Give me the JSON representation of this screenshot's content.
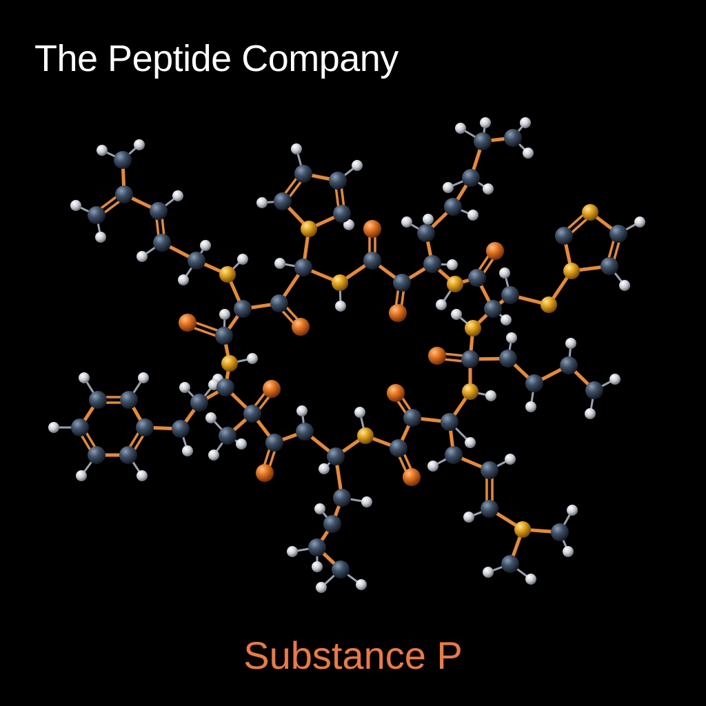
{
  "brand": {
    "name": "The Peptide Company"
  },
  "caption": {
    "text": "Substance P"
  },
  "colors": {
    "background": "#000000",
    "title_text": "#ffffff",
    "caption_text": "#ef7a3d",
    "bond": "#e88a32",
    "carbon": "#3a4a5e",
    "hydrogen": "#d9dde2",
    "oxygen": "#e2741e",
    "nitrogen": "#e0a21a"
  },
  "illustration": {
    "subject": "ball-and-stick-molecular-model",
    "atom_types": [
      "carbon",
      "hydrogen",
      "oxygen",
      "nitrogen"
    ]
  }
}
